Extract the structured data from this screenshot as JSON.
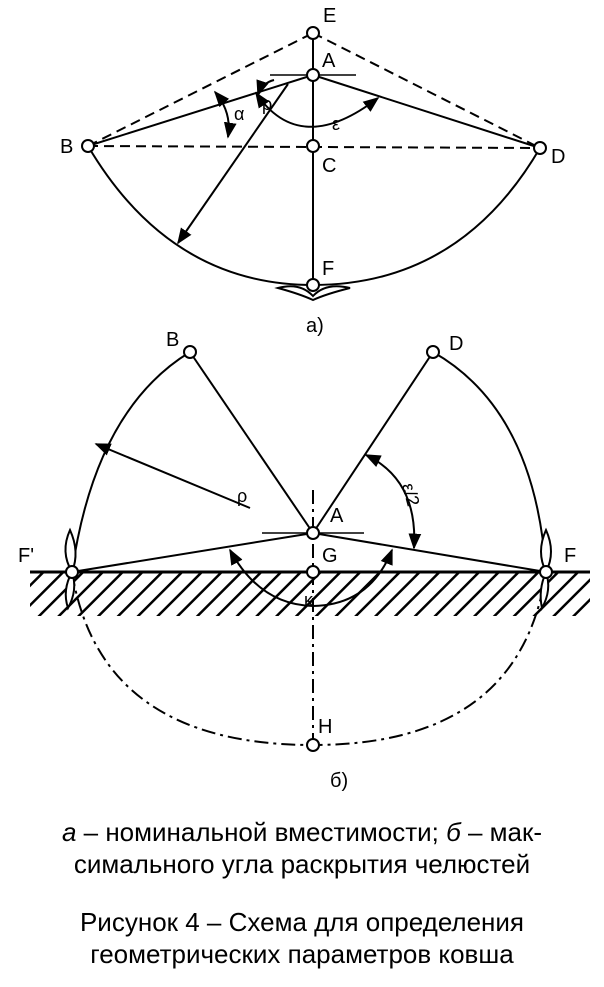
{
  "diagram_a": {
    "points": {
      "E": "E",
      "A": "A",
      "B": "B",
      "C": "C",
      "D": "D",
      "F": "F"
    },
    "angles": {
      "alpha": "α",
      "rho": "ρ",
      "epsilon": "ε"
    },
    "sublabel": "а)"
  },
  "diagram_b": {
    "points": {
      "B": "B",
      "D": "D",
      "A": "A",
      "G": "G",
      "F": "F",
      "F_prime": "F'",
      "H": "H"
    },
    "angles": {
      "rho": "ρ",
      "epsilon_half": "ε/2",
      "kappa": "κ"
    },
    "sublabel": "б)"
  },
  "caption": {
    "line1_a": "а",
    "line1_a_text": " – номинальной вместимости; ",
    "line1_b": "б",
    "line1_b_text": " – мак-",
    "line2": "симального угла раскрытия челюстей",
    "title1": "Рисунок 4 – Схема для определения",
    "title2": "геометрических параметров ковша"
  }
}
